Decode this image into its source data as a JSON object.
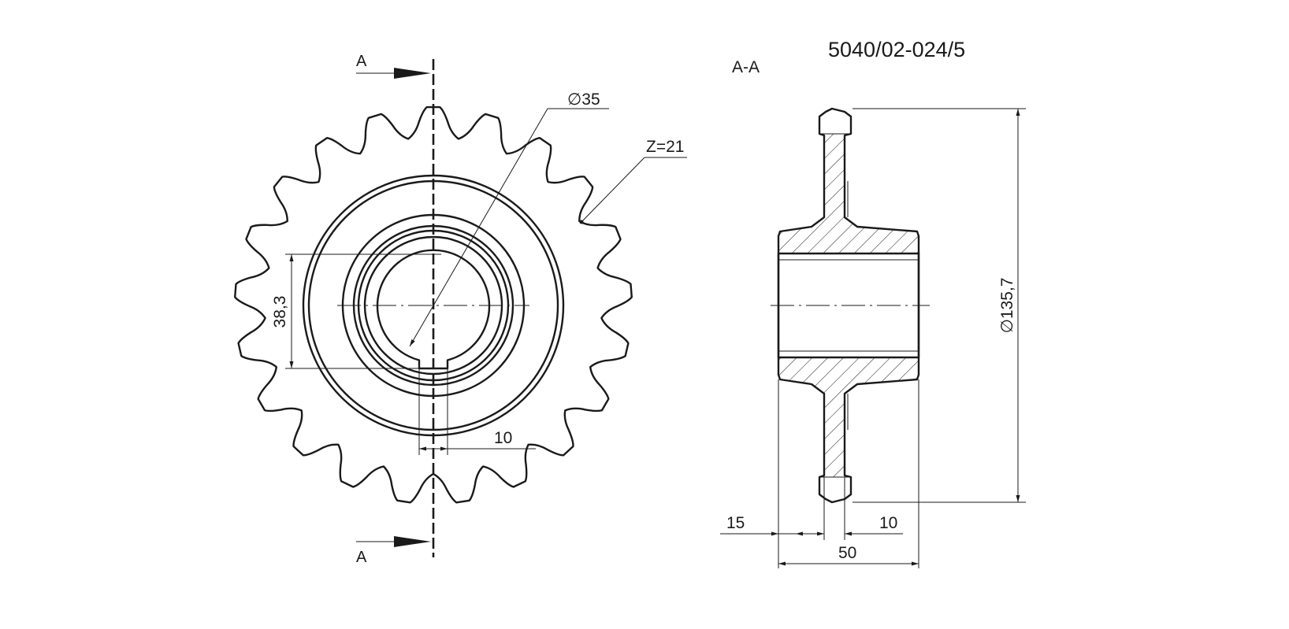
{
  "drawing_number": "5040/02-024/5",
  "section_view_label": "A-A",
  "section_marker": {
    "top": "A",
    "bottom": "A"
  },
  "front_view": {
    "bore_diameter_label": "∅35",
    "teeth_label": "Z=21",
    "teeth_count": 21,
    "keyway_height_label": "38,3",
    "keyway_width_label": "10"
  },
  "section_view": {
    "outer_diameter_label": "∅135,7",
    "hub_offset_label": "15",
    "plate_thickness_label": "10",
    "hub_length_label": "50"
  }
}
